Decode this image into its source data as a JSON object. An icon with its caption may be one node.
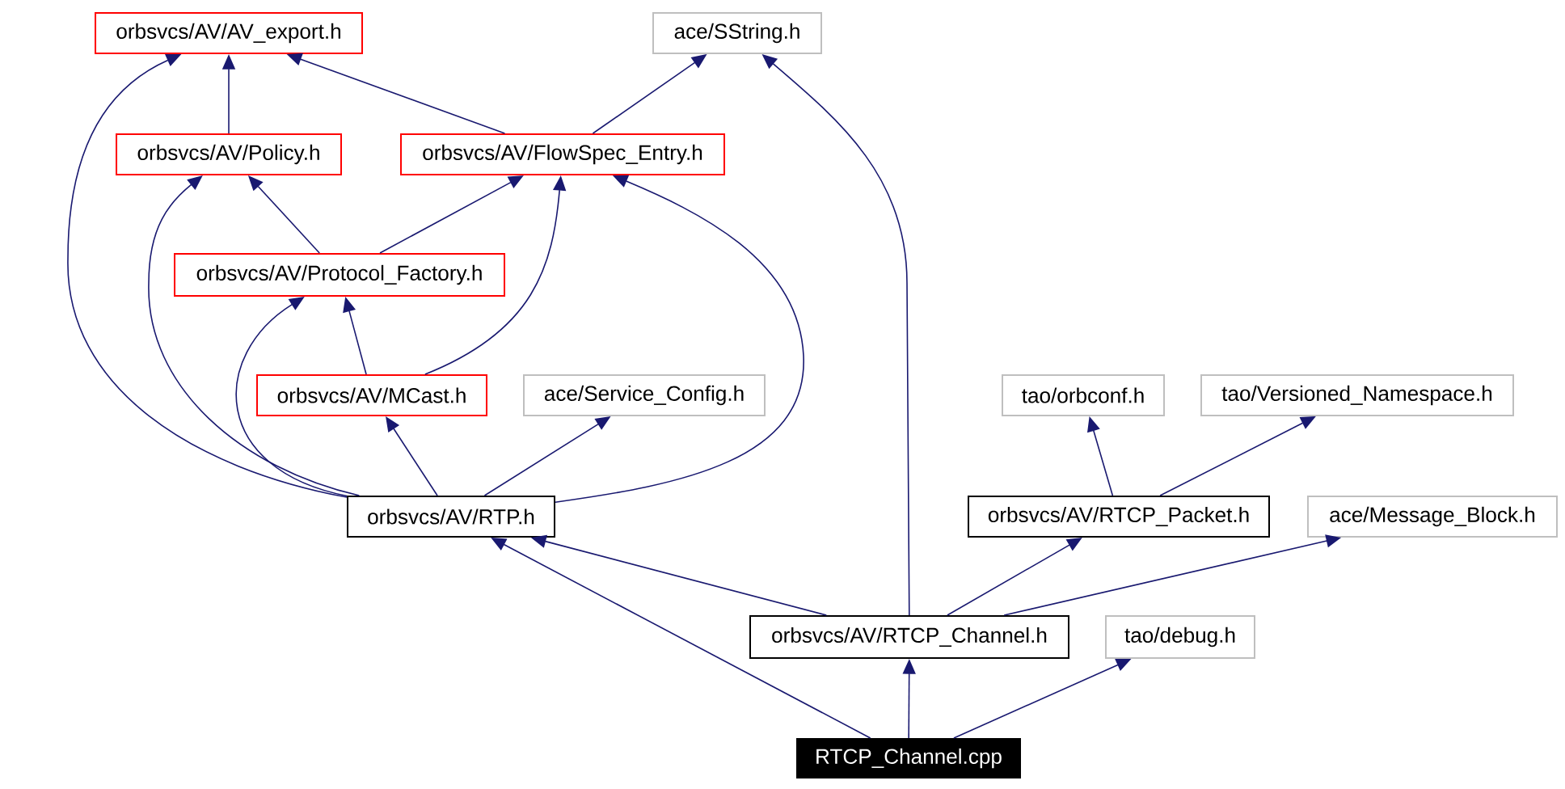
{
  "diagram": {
    "nodes": [
      {
        "text": [
          "orbsvcs/AV/AV_export.h"
        ]
      },
      {
        "text": [
          "ace/SString.h"
        ]
      },
      {
        "text": [
          "orbsvcs/AV/Policy.h"
        ]
      },
      {
        "text": [
          "orbsvcs/AV/FlowSpec_Entry.h"
        ]
      },
      {
        "text": [
          "orbsvcs/AV/Protocol_Factory.h"
        ]
      },
      {
        "text": [
          "orbsvcs/AV/MCast.h"
        ]
      },
      {
        "text": [
          "ace/Service_Config.h"
        ]
      },
      {
        "text": [
          "tao/orbconf.h"
        ]
      },
      {
        "text": [
          "tao/Versioned_Namespace.h"
        ]
      },
      {
        "text": [
          "orbsvcs/AV/RTP.h"
        ]
      },
      {
        "text": [
          "orbsvcs/AV/RTCP_Packet.h"
        ]
      },
      {
        "text": [
          "ace/Message_Block.h"
        ]
      },
      {
        "text": [
          "orbsvcs/AV/RTCP_Channel.h"
        ]
      },
      {
        "text": [
          "tao/debug.h"
        ]
      },
      {
        "text": [
          "RTCP_Channel.cpp"
        ]
      }
    ],
    "edges": [
      {
        "from": 14,
        "to": 9,
        "arrow": "to"
      },
      {
        "from": 14,
        "to": 12,
        "arrow": "to"
      },
      {
        "from": 14,
        "to": 13,
        "arrow": "to"
      },
      {
        "from": 12,
        "to": 9,
        "arrow": "to"
      },
      {
        "from": 12,
        "to": 1,
        "arrow": "to"
      },
      {
        "from": 12,
        "to": 10,
        "arrow": "to"
      },
      {
        "from": 12,
        "to": 11,
        "arrow": "to"
      },
      {
        "from": 10,
        "to": 7,
        "arrow": "to"
      },
      {
        "from": 10,
        "to": 8,
        "arrow": "to"
      },
      {
        "from": 9,
        "to": 0,
        "arrow": "to"
      },
      {
        "from": 9,
        "to": 2,
        "arrow": "to"
      },
      {
        "from": 9,
        "to": 4,
        "arrow": "to"
      },
      {
        "from": 9,
        "to": 5,
        "arrow": "to"
      },
      {
        "from": 9,
        "to": 6,
        "arrow": "to"
      },
      {
        "from": 9,
        "to": 3,
        "arrow": "to"
      },
      {
        "from": 5,
        "to": 4,
        "arrow": "to"
      },
      {
        "from": 5,
        "to": 3,
        "arrow": "to"
      },
      {
        "from": 4,
        "to": 2,
        "arrow": "to"
      },
      {
        "from": 4,
        "to": 3,
        "arrow": "to"
      },
      {
        "from": 3,
        "to": 0,
        "arrow": "to"
      },
      {
        "from": 3,
        "to": 1,
        "arrow": "to"
      },
      {
        "from": 2,
        "to": 0,
        "arrow": "to"
      }
    ]
  }
}
